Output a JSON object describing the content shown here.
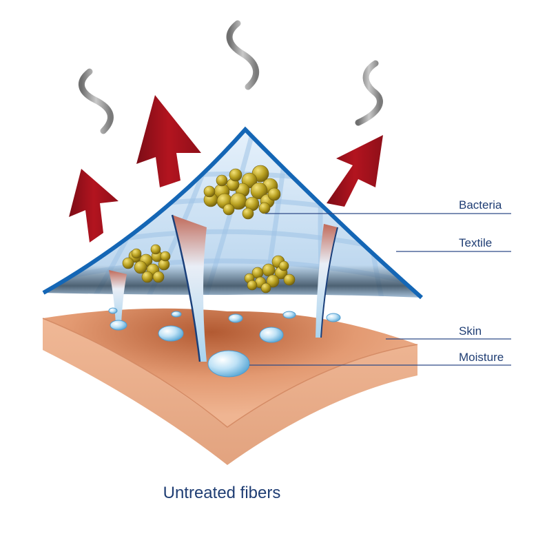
{
  "labels": {
    "bacteria": "Bacteria",
    "textile": "Textile",
    "skin": "Skin",
    "moisture": "Moisture"
  },
  "caption": "Untreated fibers",
  "colors": {
    "arrow": "#a3121f",
    "textile": "#cfe3f5",
    "textile_edge": "#1466b5",
    "skin_top": "#e8a27e",
    "skin_side": "#e9b18f",
    "bacteria": "#b8a020",
    "label_text": "#1f3d73",
    "odor": "#9a9a9a"
  }
}
